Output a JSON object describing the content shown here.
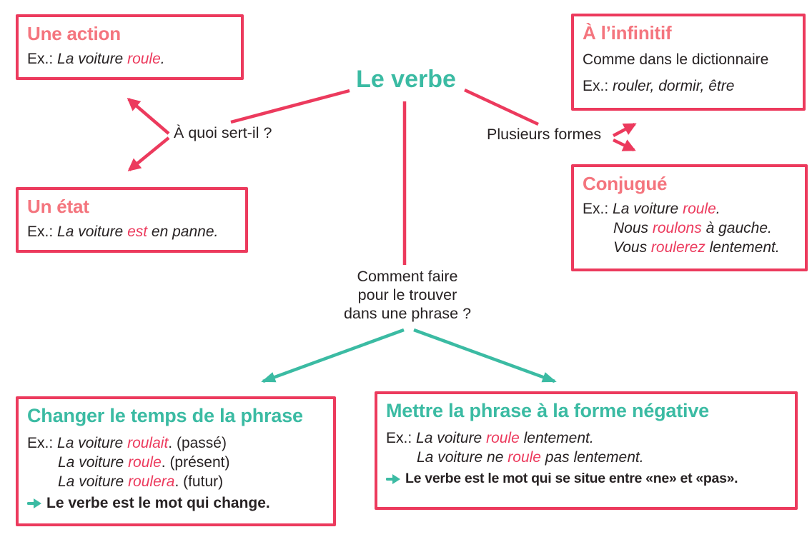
{
  "colors": {
    "red": "#ec3a5d",
    "pink": "#f4757e",
    "teal": "#3bbba3",
    "dark": "#272223"
  },
  "bullet_icon": "arrow-right",
  "root": {
    "title": "Le verbe"
  },
  "labels": {
    "left_question": "À quoi sert-il ?",
    "right_question": "Plusieurs formes",
    "center_question": [
      "Comment faire",
      "pour le trouver",
      "dans une phrase ?"
    ]
  },
  "boxes": {
    "action": {
      "title": "Une action",
      "ex": "Ex.: ",
      "l1": {
        "a": "La voiture ",
        "b": "roule",
        "c": "."
      }
    },
    "etat": {
      "title": "Un état",
      "ex": "Ex.: ",
      "l1": {
        "a": "La voiture ",
        "b": "est",
        "c": " en panne."
      }
    },
    "infinitif": {
      "title": "À l’infinitif",
      "sub": "Comme dans le dictionnaire",
      "ex": "Ex.: ",
      "l1": {
        "a": "rouler, dormir, être"
      }
    },
    "conjugue": {
      "title": "Conjugué",
      "ex": "Ex.: ",
      "l1": {
        "a": "La voiture ",
        "b": "roule",
        "c": "."
      },
      "l2": {
        "a": "Nous ",
        "b": "roulons",
        "c": " à gauche."
      },
      "l3": {
        "a": "Vous ",
        "b": "roulerez",
        "c": " lentement."
      }
    },
    "temps": {
      "title": "Changer le temps de la phrase",
      "ex": "Ex.: ",
      "l1": {
        "a": "La voiture ",
        "b": "roulait",
        "c": ". ",
        "d": "(passé)"
      },
      "l2": {
        "a": "La voiture ",
        "b": "roule",
        "c": ". ",
        "d": "(présent)"
      },
      "l3": {
        "a": "La voiture ",
        "b": "roulera",
        "c": ". ",
        "d": "(futur)"
      },
      "conclusion": "Le verbe est le mot qui change."
    },
    "negation": {
      "title": "Mettre la phrase à la forme négative",
      "ex": "Ex.: ",
      "l1": {
        "a": "La voiture ",
        "b": "roule",
        "c": " lentement."
      },
      "l2": {
        "a": "La voiture ne ",
        "b": "roule",
        "c": " pas lentement."
      },
      "conclusion": "Le verbe est le mot qui se situe entre «ne» et «pas»."
    }
  }
}
